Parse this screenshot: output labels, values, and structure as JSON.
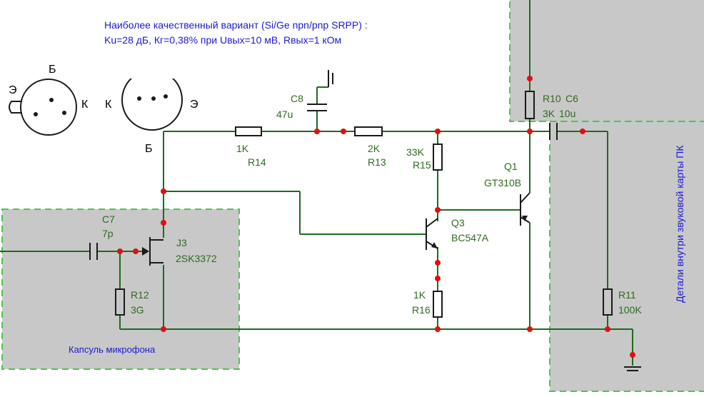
{
  "notes": {
    "title_line1": "Наиболее качественный вариант (Si/Ge npn/pnp SRPP) :",
    "title_line2": "Ku=28 дБ, Кг=0,38% при Uвых=10 мВ, Rвых=1 кОм",
    "capsule_label": "Капсуль микрофона",
    "soundcard_label": "Детали внутри звуковой карты ПК"
  },
  "pinouts": {
    "left": {
      "top": "Б",
      "left": "Э",
      "right": "К"
    },
    "right": {
      "left": "К",
      "right": "Э",
      "bottom": "Б"
    }
  },
  "components": {
    "c8": {
      "name": "C8",
      "value": "47u"
    },
    "r14": {
      "name": "R14",
      "value": "1K"
    },
    "r13": {
      "name": "R13",
      "value": "2K"
    },
    "r15": {
      "name": "R15",
      "value": "33K"
    },
    "r10": {
      "name": "R10",
      "value": "3K"
    },
    "c6": {
      "name": "C6",
      "value": "10u"
    },
    "q1": {
      "name": "Q1",
      "value": "GT310B"
    },
    "q3": {
      "name": "Q3",
      "value": "BC547A"
    },
    "c7": {
      "name": "C7",
      "value": "7p"
    },
    "j3": {
      "name": "J3",
      "value": "2SK3372"
    },
    "r12": {
      "name": "R12",
      "value": "3G"
    },
    "r16": {
      "name": "R16",
      "value": "1K"
    },
    "r11": {
      "name": "R11",
      "value": "100K"
    }
  },
  "colors": {
    "wire": "#1e6b1e",
    "node": "#e01010",
    "label": "#2e6b1e",
    "note": "#1a1ad4",
    "zone_fill": "#c8c8c8",
    "zone_border": "#49c849"
  }
}
